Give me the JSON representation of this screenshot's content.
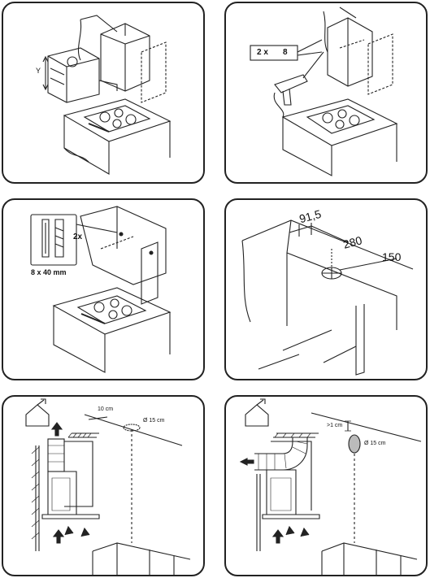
{
  "panels": {
    "p1": {
      "axis_y": "Y"
    },
    "p2": {
      "count_label": "2 x",
      "diameter": "8"
    },
    "p3": {
      "count": "2x",
      "size": "8 x 40 mm"
    },
    "p4": {
      "dim_a": "91,5",
      "dim_b": "280",
      "dim_c": "150"
    },
    "p5": {
      "clearance": "10 cm",
      "duct": "Ø 15 cm"
    },
    "p6": {
      "clearance": ">1 cm",
      "duct": "Ø 15 cm"
    }
  }
}
